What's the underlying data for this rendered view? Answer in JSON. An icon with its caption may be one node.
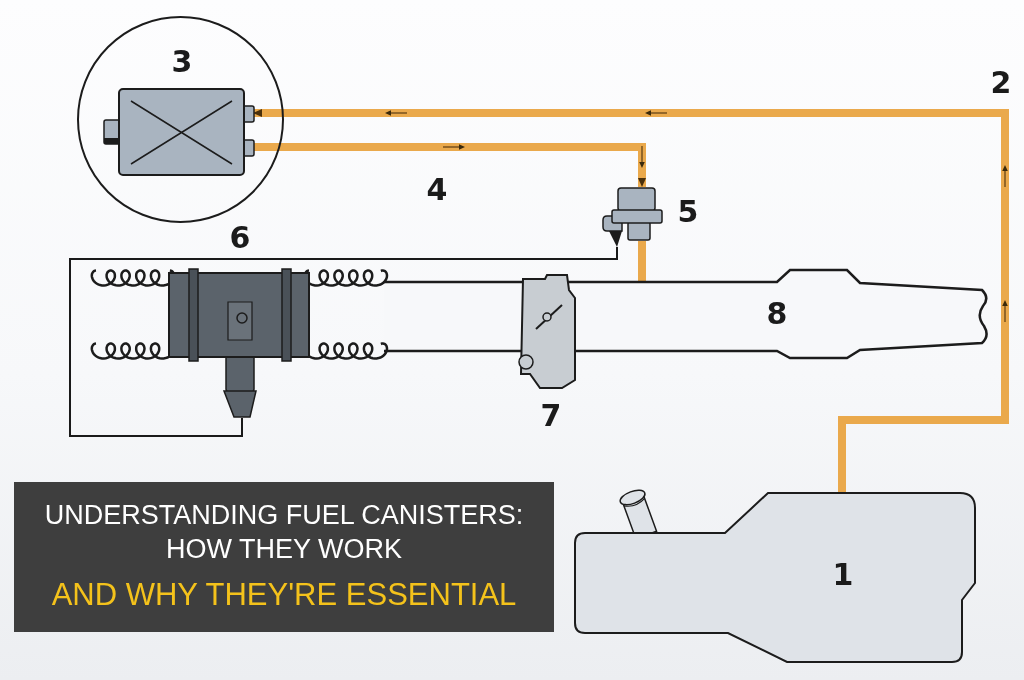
{
  "diagram": {
    "title": "UNDERSTANDING FUEL CANISTERS: HOW THEY WORK AND WHY THEY'RE ESSENTIAL",
    "nodes": [
      {
        "text": [
          "3"
        ]
      },
      {
        "text": [],
        "shape": "box",
        "in": 0
      },
      {
        "text": [],
        "shape": "picture",
        "beside": [
          "5"
        ]
      },
      {
        "text": [],
        "shape": "picture",
        "beside": [
          "6"
        ]
      },
      {
        "text": [
          "8"
        ]
      },
      {
        "text": [],
        "shape": "picture",
        "beside": [
          "7"
        ]
      },
      {
        "text": [
          "1"
        ]
      }
    ],
    "edges": [
      {
        "from": 6,
        "to": 1,
        "arrow": "to",
        "label": "2"
      },
      {
        "from": 1,
        "to": 2,
        "arrow": "to",
        "label": "4"
      },
      {
        "from": 2,
        "to": 4,
        "arrow": "none"
      },
      {
        "from": 2,
        "to": 3,
        "arrow": "none",
        "color": "#1a1a1a"
      }
    ]
  }
}
